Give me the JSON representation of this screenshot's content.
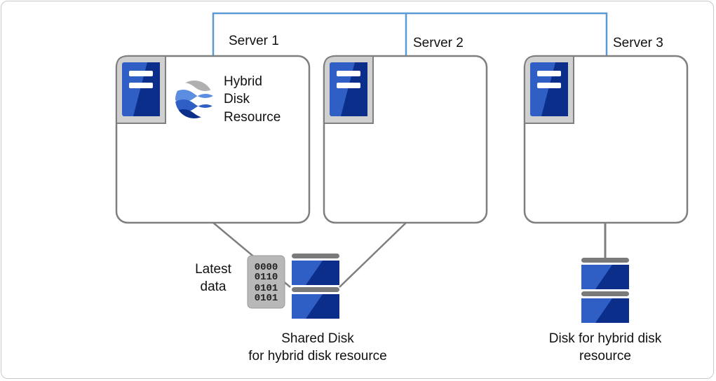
{
  "servers": [
    {
      "name": "Server 1"
    },
    {
      "name": "Server 2"
    },
    {
      "name": "Server 3"
    }
  ],
  "resource_label": [
    "Hybrid",
    "Disk",
    "Resource"
  ],
  "latest_data_label": [
    "Latest",
    "data"
  ],
  "binary_rows": [
    "0000",
    "0110",
    "0101",
    "0101"
  ],
  "shared_disk_label": [
    "Shared Disk",
    "for hybrid disk resource"
  ],
  "hybrid_disk_label": [
    "Disk for hybrid disk",
    "resource"
  ],
  "colors": {
    "network_line": "#5b9bd5",
    "box_border": "#7f7f7f",
    "disk_blue": "#2f5fc4",
    "disk_dark": "#0a2e8a",
    "disk_cap": "#7a7a7a",
    "binary_bg": "#b8b8b8"
  }
}
